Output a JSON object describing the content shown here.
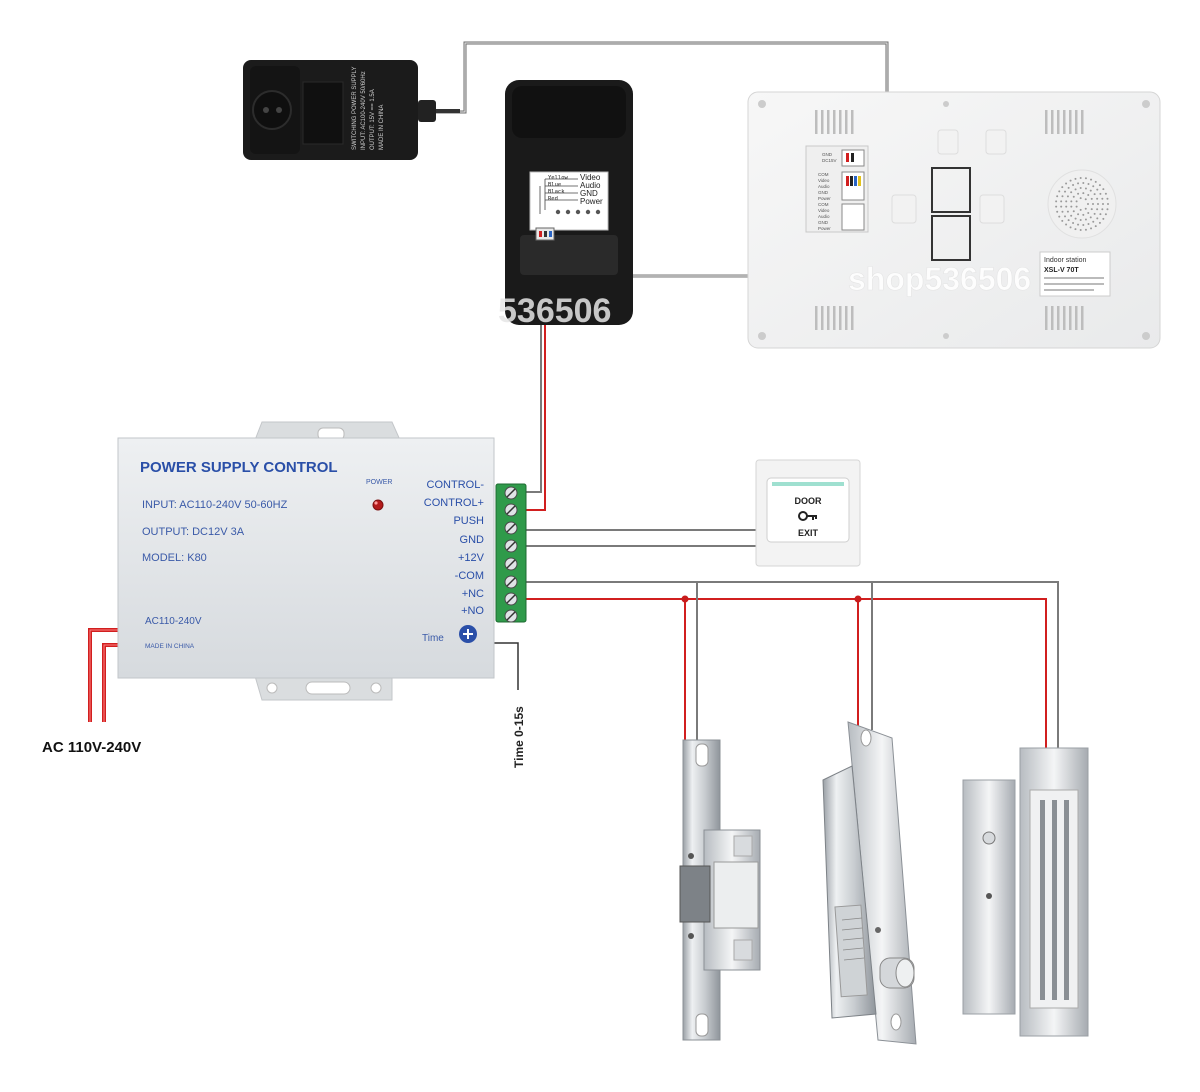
{
  "psu": {
    "title": "POWER SUPPLY CONTROL",
    "input": "INPUT: AC110-240V  50-60HZ",
    "output": "OUTPUT:  DC12V   3A",
    "model": "MODEL:  K80",
    "ac_label": "AC110-240V",
    "made_in": "MADE IN CHINA",
    "power_led_label": "POWER",
    "time_label": "Time",
    "terminals": [
      "CONTROL-",
      "CONTROL+",
      "PUSH",
      "GND",
      "+12V",
      "-COM",
      "+NC",
      "+NO"
    ]
  },
  "adapter": {
    "label_lines": [
      "SWITCHING POWER SUPPLY",
      "INPUT: AC100-240V 50/60Hz",
      "OUTPUT: 15V == 1.5A",
      "MADE IN CHINA"
    ]
  },
  "camera": {
    "wire_labels": [
      "Yellow",
      "Blue",
      "Black",
      "Red"
    ],
    "signal_labels": [
      "Video",
      "Audio",
      "GND",
      "Power"
    ],
    "watermark": "536506"
  },
  "monitor": {
    "port_labels_top": [
      "GND",
      "DC15V"
    ],
    "port_labels_mid": [
      "COM",
      "Video",
      "Audio",
      "GND",
      "Power"
    ],
    "port_labels_bot": [
      "COM",
      "Video",
      "Audio",
      "GND",
      "Power"
    ],
    "sticker_title": "Indoor station",
    "sticker_model": "XSL-V 70T",
    "watermark": "shop536506"
  },
  "exit_button": {
    "line1": "DOOR",
    "line2": "EXIT"
  },
  "labels": {
    "ac_input": "AC 110V-240V",
    "time_range": "Time 0-15s"
  },
  "colors": {
    "wire_red": "#d11f1f",
    "wire_black": "#1a1a1a",
    "wire_gray": "#8a8a8a",
    "psu_body": "#e6e9ec",
    "psu_text": "#2a4fa8",
    "terminal_green": "#2f9a4a"
  }
}
